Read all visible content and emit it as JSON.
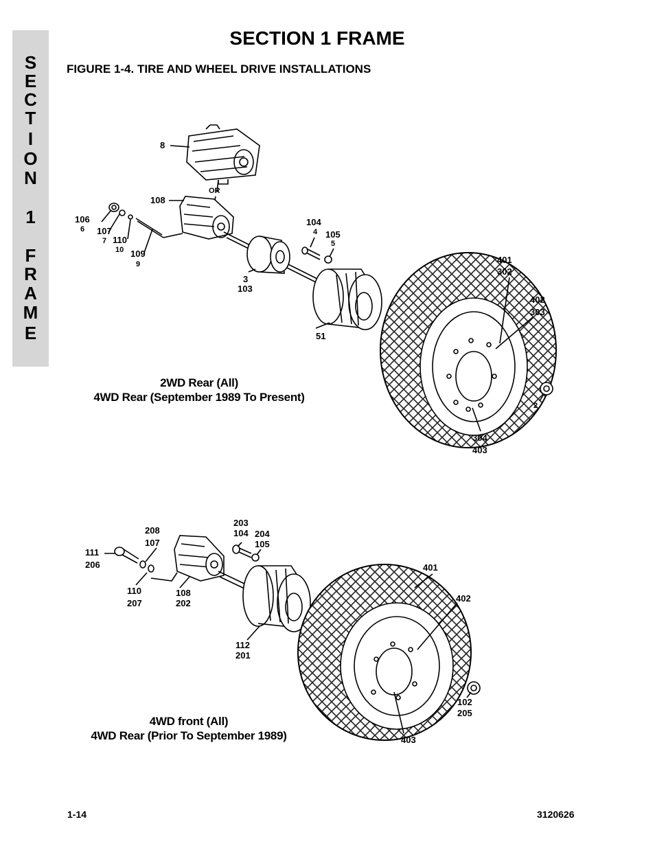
{
  "header": {
    "section_title": "SECTION 1  FRAME",
    "figure_title": "FIGURE 1-4.    TIRE AND WHEEL DRIVE INSTALLATIONS"
  },
  "side_tab": {
    "letters": [
      "S",
      "E",
      "C",
      "T",
      "I",
      "O",
      "N",
      "1",
      "F",
      "R",
      "A",
      "M",
      "E"
    ]
  },
  "upper_diagram": {
    "caption_line1": "2WD Rear (All)",
    "caption_line2": "4WD Rear (September 1989 To Present)",
    "or_label": "OR",
    "callouts": {
      "c8": "8",
      "c108": "108",
      "c106": "106",
      "c6": "6",
      "c107": "107",
      "c7": "7",
      "c110": "110",
      "c10": "10",
      "c109": "109",
      "c9": "9",
      "c104": "104",
      "c4": "4",
      "c105": "105",
      "c5": "5",
      "c3": "3",
      "c103": "103",
      "c51": "51",
      "c401": "401",
      "c302": "302",
      "c402": "402",
      "c303": "303",
      "c2": "2",
      "c304": "304",
      "c403": "403"
    }
  },
  "lower_diagram": {
    "caption_line1": "4WD front (All)",
    "caption_line2": "4WD Rear (Prior To September 1989)",
    "callouts": {
      "c208": "208",
      "c107": "107",
      "c111": "111",
      "c206": "206",
      "c110": "110",
      "c207": "207",
      "c108": "108",
      "c202": "202",
      "c203": "203",
      "c104": "104",
      "c204": "204",
      "c105": "105",
      "c401": "401",
      "c402": "402",
      "c112": "112",
      "c201": "201",
      "c102": "102",
      "c205": "205",
      "c403": "403"
    }
  },
  "footer": {
    "page_number": "1-14",
    "doc_number": "3120626"
  }
}
